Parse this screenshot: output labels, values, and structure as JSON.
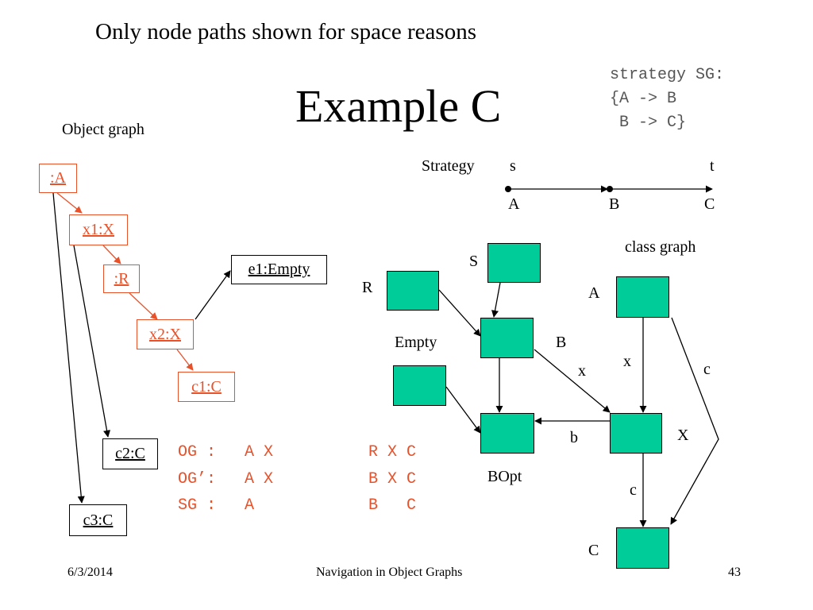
{
  "header": {
    "note": "Only node paths shown for space reasons",
    "title": "Example C"
  },
  "strategy_code": {
    "line1": "strategy SG:",
    "line2": "{A -> B",
    "line3": " B -> C}"
  },
  "object_graph": {
    "label": "Object graph",
    "nodes": {
      "a": ":A",
      "x1": "x1:X",
      "r": ":R",
      "x2": "x2:X",
      "c1": "c1:C",
      "e1": "e1:Empty",
      "c2": "c2:C",
      "c3": "c3:C"
    }
  },
  "strategy_line": {
    "label": "Strategy",
    "s": "s",
    "t": "t",
    "a": "A",
    "b": "B",
    "c": "C"
  },
  "class_graph": {
    "label": "class graph",
    "class_labels": {
      "s": "S",
      "r": "R",
      "a": "A",
      "empty": "Empty",
      "bopt": "BOpt",
      "x": "X",
      "c": "C"
    },
    "edge_labels": {
      "b_upper": "B",
      "x_left": "x",
      "x_right": "x",
      "c_right": "c",
      "b_lower": "b",
      "c_lower": "c"
    }
  },
  "paths": {
    "rows": [
      {
        "label": "OG :",
        "left": "A X",
        "right": "R X C"
      },
      {
        "label": "OG’:",
        "left": "A X",
        "right": "B X C"
      },
      {
        "label": "SG :",
        "left": "A",
        "right": "B   C"
      }
    ]
  },
  "footer": {
    "date": "6/3/2014",
    "center": "Navigation in Object Graphs",
    "page": "43"
  },
  "colors": {
    "accent": "#e8522b",
    "class_box": "#00cc99"
  }
}
